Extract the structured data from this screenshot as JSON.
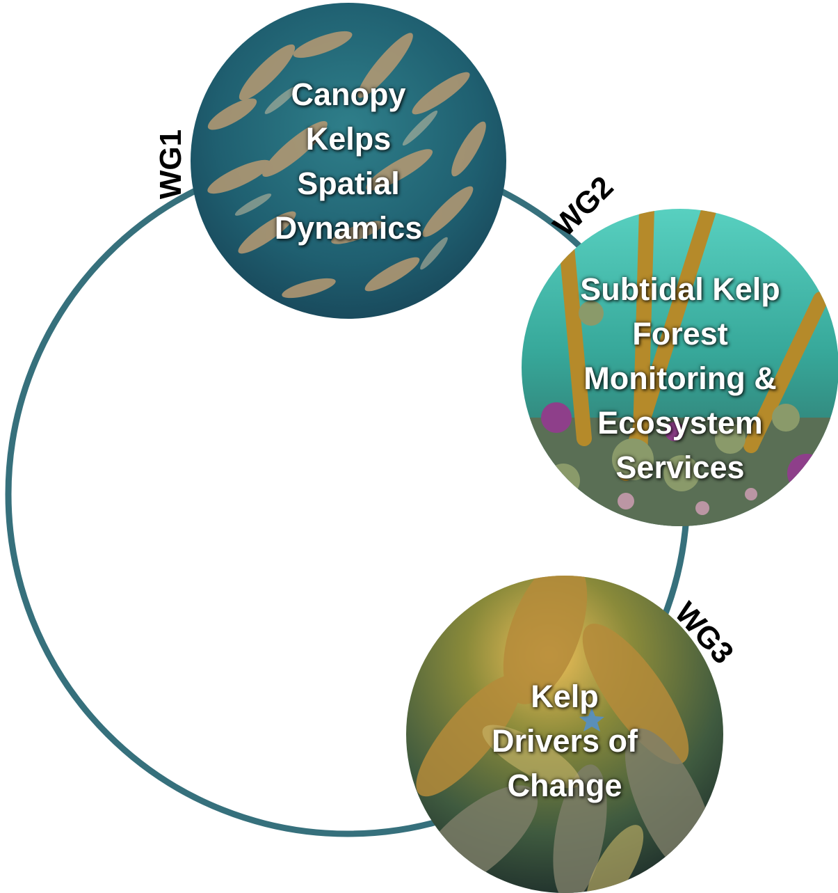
{
  "colors": {
    "ring": "#36707c",
    "label_text": "#ffffff",
    "tag_text": "#000000"
  },
  "groups": [
    {
      "tag": "WG1",
      "lines": [
        "Canopy",
        "Kelps",
        "Spatial",
        "Dynamics"
      ]
    },
    {
      "tag": "WG2",
      "lines": [
        "Subtidal Kelp",
        "Forest",
        "Monitoring &",
        "Ecosystem",
        "Services"
      ]
    },
    {
      "tag": "WG3",
      "lines": [
        "Kelp",
        "Drivers of",
        "Change"
      ]
    }
  ]
}
